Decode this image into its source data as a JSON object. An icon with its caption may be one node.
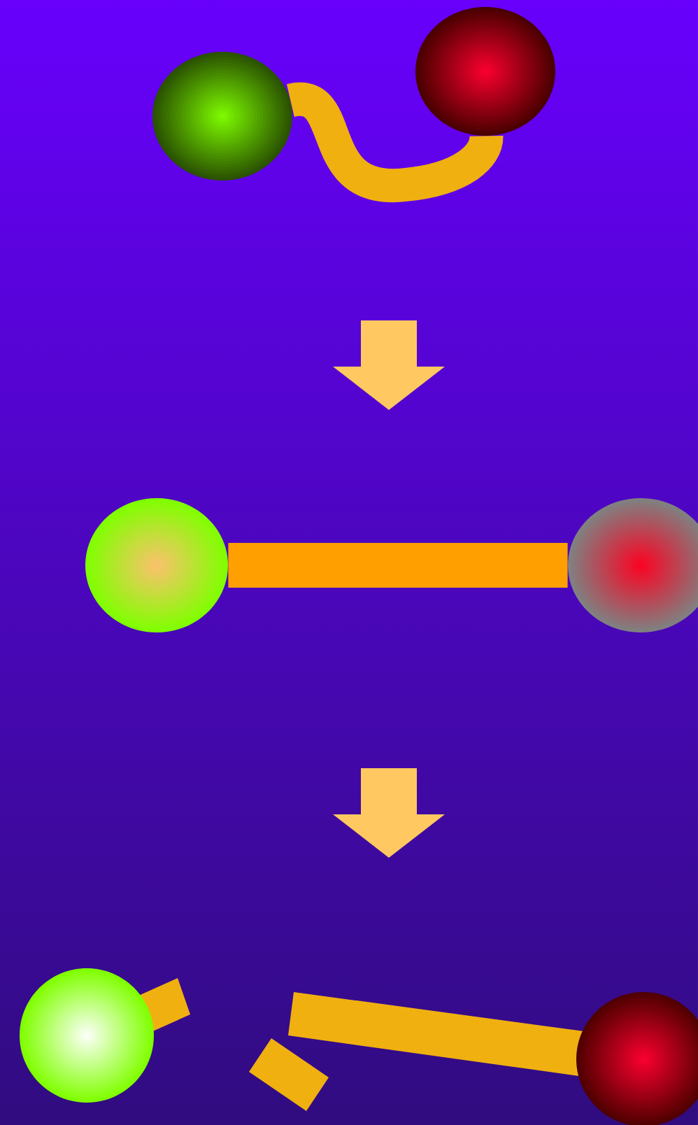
{
  "diagram": {
    "nodes": [
      {
        "text": [],
        "shape": "circle"
      },
      {
        "text": [],
        "shape": "circle"
      },
      {
        "text": [],
        "shape": "circle"
      },
      {
        "text": [],
        "shape": "circle"
      },
      {
        "text": [],
        "shape": "circle"
      },
      {
        "text": [],
        "shape": "circle"
      }
    ],
    "edges": [
      {
        "from": 0,
        "to": 1,
        "arrow": "none",
        "color": "#f0b010"
      },
      {
        "from": 2,
        "to": 3,
        "arrow": "none",
        "color": "#ffa000"
      }
    ]
  }
}
